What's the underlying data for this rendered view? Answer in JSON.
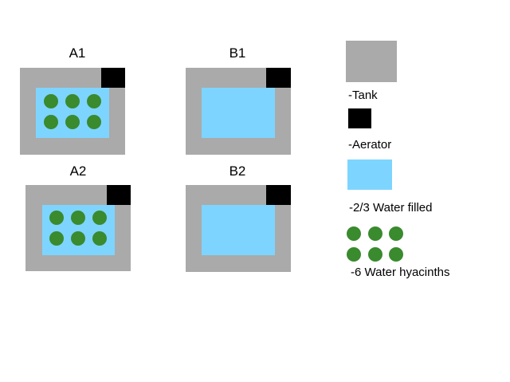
{
  "setups": [
    {
      "label": "A1",
      "hyacinths": 6
    },
    {
      "label": "B1",
      "hyacinths": 0
    },
    {
      "label": "A2",
      "hyacinths": 6
    },
    {
      "label": "B2",
      "hyacinths": 0
    }
  ],
  "legend": {
    "tank": "-Tank",
    "aerator": "-Aerator",
    "water": "-2/3 Water filled",
    "hyacinths": "-6 Water hyacinths"
  },
  "colors": {
    "tank": "#aaaaaa",
    "aerator": "#000000",
    "water": "#7dd5ff",
    "hyacinth": "#3a8a2e"
  }
}
